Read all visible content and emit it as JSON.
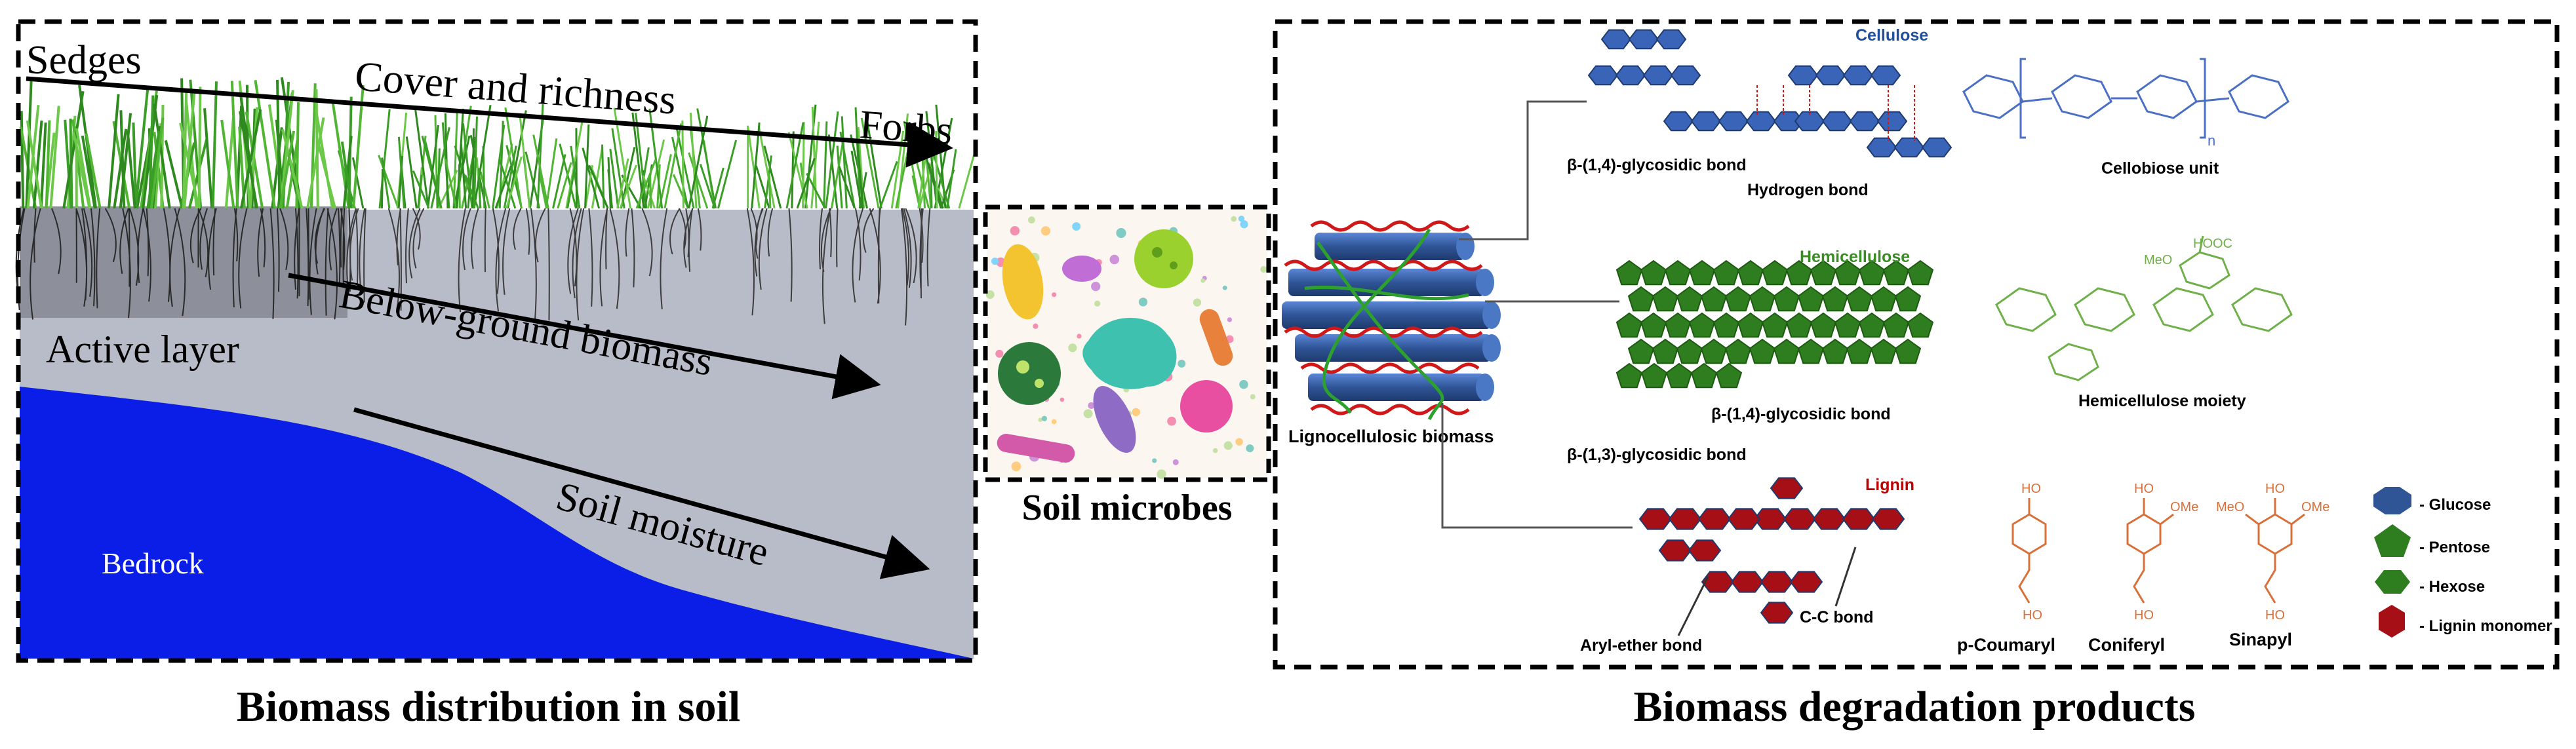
{
  "left_panel": {
    "caption": "Biomass distribution in soil",
    "labels": {
      "sedges": "Sedges",
      "cover_richness": "Cover and richness",
      "forbs": "Forbs",
      "active_layer": "Active layer",
      "below_ground": "Below-ground biomass",
      "soil_moisture": "Soil moisture",
      "bedrock": "Bedrock"
    }
  },
  "middle_panel": {
    "caption": "Soil microbes"
  },
  "right_panel": {
    "caption": "Biomass degradation products",
    "lignocellulosic": "Lignocellulosic biomass",
    "cellulose": {
      "title": "Cellulose",
      "glycosidic_bond": "β-(1,4)-glycosidic bond",
      "hydrogen_bond": "Hydrogen bond",
      "unit": "Cellobiose unit",
      "subscript": "n"
    },
    "hemicellulose": {
      "title": "Hemicellulose",
      "bond_14": "β-(1,4)-glycosidic bond",
      "bond_13": "β-(1,3)-glycosidic bond",
      "moiety": "Hemicellulose moiety",
      "hooc": "HOOC",
      "meo": "MeO"
    },
    "lignin": {
      "title": "Lignin",
      "aryl_ether": "Aryl-ether bond",
      "cc_bond": "C-C bond",
      "monomers": [
        "p-Coumaryl",
        "Coniferyl",
        "Sinapyl"
      ],
      "ho": "HO",
      "ome": "OMe",
      "meo": "MeO"
    },
    "legend": [
      {
        "label": "- Glucose",
        "color": "#2f5597"
      },
      {
        "label": "- Pentose",
        "color": "#2e7d1e"
      },
      {
        "label": "- Hexose",
        "color": "#2e7d1e"
      },
      {
        "label": "- Lignin monomer",
        "color": "#a50f15"
      }
    ]
  },
  "colors": {
    "soil": "#b8bcc8",
    "bedrock": "#0a1ee8",
    "grass": "#3fa82a",
    "cellulose": "#2f5597",
    "hemicellulose": "#2e7d1e",
    "lignin": "#a50f15",
    "lignin_text": "#c00000",
    "cellulose_text": "#1f4e9c",
    "hemi_text": "#3a8c24",
    "monomer": "#d9703a"
  }
}
